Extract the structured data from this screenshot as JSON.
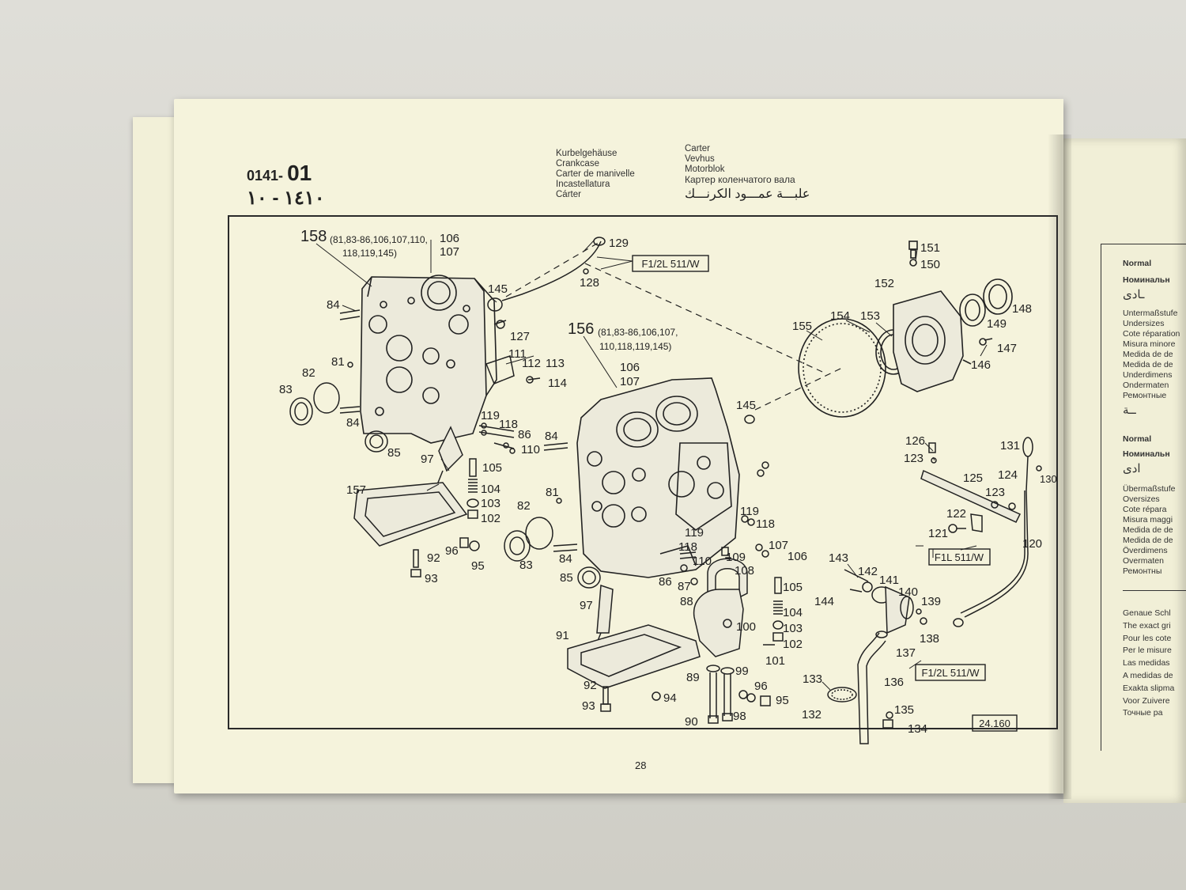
{
  "header": {
    "code_prefix": "0141-",
    "code_suffix": "01",
    "code_arabic": "٠١٤١ - ٠١"
  },
  "titles_left": [
    "Kurbelgehäuse",
    "Crankcase",
    "Carter de manivelle",
    "Incastellatura",
    "Cárter"
  ],
  "titles_right": [
    "Carter",
    "Vevhus",
    "Motorblok"
  ],
  "title_russian": "Картер коленчатого вала",
  "title_arabic": "علبـــة عمـــود الكرنـــك",
  "boxes": {
    "ref_top": "F1/2L 511/W",
    "ref_right": "F1L 511/W",
    "ref_bottom": "F1/2L 511/W",
    "drawing_no": "24.160"
  },
  "labels": {
    "l158": "158",
    "l158_refs_1": "(81,83-86,106,107,110,",
    "l158_refs_2": "118,119,145)",
    "l106a": "106",
    "l107a": "107",
    "l129": "129",
    "l128": "128",
    "l145a": "145",
    "l84a": "84",
    "l127": "127",
    "l111": "111",
    "l112": "112",
    "l113": "113",
    "l114": "114",
    "l81a": "81",
    "l82a": "82",
    "l83a": "83",
    "l84b": "84",
    "l119a": "119",
    "l118a": "118",
    "l86a": "86",
    "l110a": "110",
    "l85a": "85",
    "l97a": "97",
    "l105a": "105",
    "l104a": "104",
    "l103a": "103",
    "l102a": "102",
    "l157": "157",
    "l96a": "96",
    "l95a": "95",
    "l92a": "92",
    "l93a": "93",
    "l156": "156",
    "l156_refs_1": "(81,83-86,106,107,",
    "l156_refs_2": "110,118,119,145)",
    "l106b": "106",
    "l107b": "107",
    "l145b": "145",
    "l84c": "84",
    "l81b": "81",
    "l82b": "82",
    "l83b": "83",
    "l84d": "84",
    "l85b": "85",
    "l119b": "119",
    "l118b": "118",
    "l119c": "119",
    "l118c": "118",
    "l107c": "107",
    "l106c": "106",
    "l110b": "110",
    "l109": "109",
    "l108": "108",
    "l86b": "86",
    "l87": "87",
    "l88": "88",
    "l97b": "97",
    "l91": "91",
    "l100": "100",
    "l105b": "105",
    "l104b": "104",
    "l103b": "103",
    "l102b": "102",
    "l101": "101",
    "l89": "89",
    "l99": "99",
    "l96b": "96",
    "l95b": "95",
    "l92b": "92",
    "l94": "94",
    "l93b": "93",
    "l90": "90",
    "l98": "98",
    "l151": "151",
    "l150": "150",
    "l152": "152",
    "l155": "155",
    "l154": "154",
    "l153": "153",
    "l148": "148",
    "l149": "149",
    "l147": "147",
    "l146": "146",
    "l126": "126",
    "l123a": "123",
    "l131": "131",
    "l125": "125",
    "l124": "124",
    "l130": "130",
    "l123b": "123",
    "l122": "122",
    "l121": "121",
    "l120": "120",
    "l143": "143",
    "l142": "142",
    "l141": "141",
    "l140": "140",
    "l139": "139",
    "l144": "144",
    "l138": "138",
    "l137": "137",
    "l136": "136",
    "l133": "133",
    "l132": "132",
    "l135": "135",
    "l134": "134"
  },
  "page_number": "28",
  "right_page": {
    "normal_1": "Normal",
    "nominal_1": "Номинальн",
    "arabic_1": "ـادى",
    "undersize_lines": [
      "Untermaßstufe",
      "Undersizes",
      "Cote réparation",
      "Misura minore",
      "Medida de de",
      "Medida de de",
      "Underdimens",
      "Ondermaten",
      "Ремонтные"
    ],
    "arabic_2": "ــة",
    "normal_2": "Normal",
    "nominal_2": "Номинальн",
    "arabic_3": "ادى",
    "oversize_lines": [
      "Übermaßstufe",
      "Oversizes",
      "Cote répara",
      "Misura maggi",
      "Medida de de",
      "Medida de de",
      "Överdimens",
      "Overmaten",
      "Ремонтны"
    ],
    "footer_lines": [
      "Genaue Schl",
      "The exact gri",
      "Pour les cote",
      "Per le misure",
      "Las medidas",
      "A medidas de",
      "Exakta slipma",
      "Voor Zuivere",
      "Точные ра"
    ]
  }
}
